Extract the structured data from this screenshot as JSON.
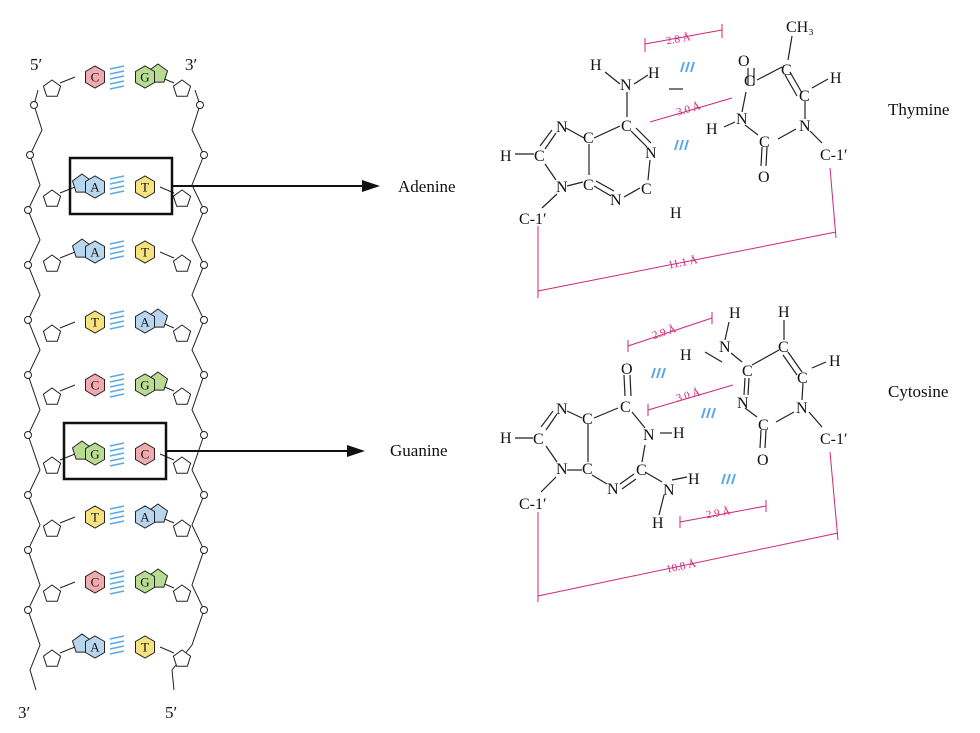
{
  "strand_ends": {
    "top_left": "5′",
    "top_right": "3′",
    "bottom_left": "3′",
    "bottom_right": "5′"
  },
  "helix_pairs": [
    {
      "left": "C",
      "right": "G"
    },
    {
      "left": "A",
      "right": "T"
    },
    {
      "left": "A",
      "right": "T"
    },
    {
      "left": "T",
      "right": "A"
    },
    {
      "left": "C",
      "right": "G"
    },
    {
      "left": "G",
      "right": "C"
    },
    {
      "left": "T",
      "right": "A"
    },
    {
      "left": "C",
      "right": "G"
    },
    {
      "left": "A",
      "right": "T"
    }
  ],
  "pointer_labels": {
    "adenine": "Adenine",
    "guanine": "Guanine"
  },
  "base_names": {
    "thymine": "Thymine",
    "cytosine": "Cytosine"
  },
  "at_pair": {
    "distances": {
      "top": "2.8 Å",
      "middle": "3.0 Å",
      "span": "11.1 Å"
    },
    "atoms": {
      "ade_nh_n": "N",
      "ade_nh_h1": "H",
      "ade_nh_h2": "H",
      "ade_c6": "C",
      "ade_n1": "N",
      "ade_c2": "C",
      "ade_h2": "H",
      "ade_n3": "N",
      "ade_c4": "C",
      "ade_c5": "C",
      "ade_n7": "N",
      "ade_c8": "C",
      "ade_h8": "H",
      "ade_n9": "N",
      "ade_c1": "C-1′",
      "thy_c4": "C",
      "thy_o4": "O",
      "thy_c5": "C",
      "thy_ch3": "CH₃",
      "thy_c6": "C",
      "thy_h6": "H",
      "thy_n1": "N",
      "thy_c1": "C-1′",
      "thy_c2": "C",
      "thy_o2": "O",
      "thy_n3": "N",
      "thy_h3": "H"
    }
  },
  "gc_pair": {
    "distances": {
      "top": "2.9 Å",
      "middle": "3.0 Å",
      "bottom": "2.9 Å",
      "span": "10.8 Å"
    },
    "atoms": {
      "gua_o6": "O",
      "gua_c6": "C",
      "gua_n1": "N",
      "gua_h1": "H",
      "gua_c2": "C",
      "gua_n2": "N",
      "gua_h2a": "H",
      "gua_h2b": "H",
      "gua_n3": "N",
      "gua_c4": "C",
      "gua_c5": "C",
      "gua_n7": "N",
      "gua_c8": "C",
      "gua_h8": "H",
      "gua_n9": "N",
      "gua_c1": "C-1′",
      "cyt_h4a": "H",
      "cyt_n4": "N",
      "cyt_h4b": "H",
      "cyt_c4": "C",
      "cyt_c5": "C",
      "cyt_h5": "H",
      "cyt_c6": "C",
      "cyt_h6": "H",
      "cyt_n1": "N",
      "cyt_c1": "C-1′",
      "cyt_c2": "C",
      "cyt_o2": "O",
      "cyt_n3": "N"
    }
  },
  "colors": {
    "A": "#b9d6ef",
    "T": "#f6e27e",
    "C": "#f1aab0",
    "G": "#b9dc92",
    "hbond": "#5aa9e6",
    "distance": "#d0267a",
    "line": "#222222"
  }
}
